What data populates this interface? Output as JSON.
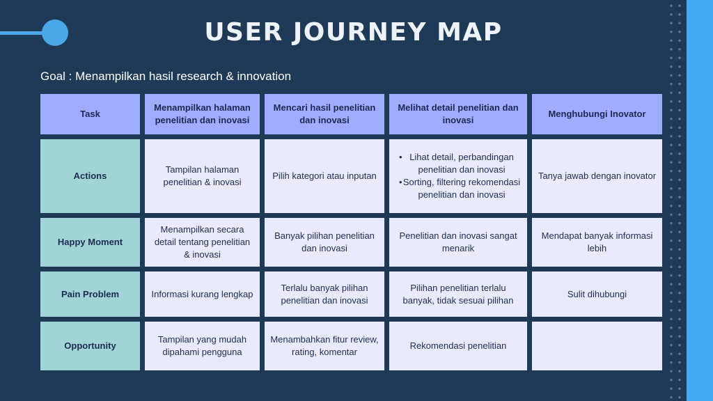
{
  "title": "USER JOURNEY MAP",
  "goal": "Goal : Menampilkan hasil research & innovation",
  "table": {
    "header": [
      "Task",
      "Menampilkan halaman penelitian dan inovasi",
      "Mencari hasil penelitian dan inovasi",
      "Melihat detail penelitian dan inovasi",
      "Menghubungi Inovator"
    ],
    "rows": [
      {
        "label": "Actions",
        "cells": [
          "Tampilan halaman penelitian & inovasi",
          "Pilih kategori atau inputan",
          "",
          "Tanya jawab dengan inovator"
        ],
        "bullets": [
          "Lihat detail, perbandingan penelitian dan inovasi",
          "Sorting, filtering rekomendasi penelitian dan inovasi"
        ]
      },
      {
        "label": "Happy Moment",
        "cells": [
          "Menampilkan secara detail tentang penelitian & inovasi",
          "Banyak pilihan penelitian dan inovasi",
          "Penelitian dan inovasi sangat menarik",
          "Mendapat banyak informasi lebih"
        ]
      },
      {
        "label": "Pain Problem",
        "cells": [
          "Informasi kurang lengkap",
          "Terlalu banyak pilihan penelitian dan inovasi",
          "Pilihan penelitian terlalu banyak, tidak sesuai pilihan",
          "Sulit dihubungi"
        ]
      },
      {
        "label": "Opportunity",
        "cells": [
          "Tampilan yang mudah dipahami pengguna",
          "Menambahkan fitur review, rating, komentar",
          "Rekomendasi penelitian",
          ""
        ]
      }
    ]
  },
  "colors": {
    "background": "#1f3a57",
    "accent": "#41a9ef",
    "header": "#a0acff",
    "row_label": "#a0d4d6",
    "cell": "#e9eafd"
  }
}
